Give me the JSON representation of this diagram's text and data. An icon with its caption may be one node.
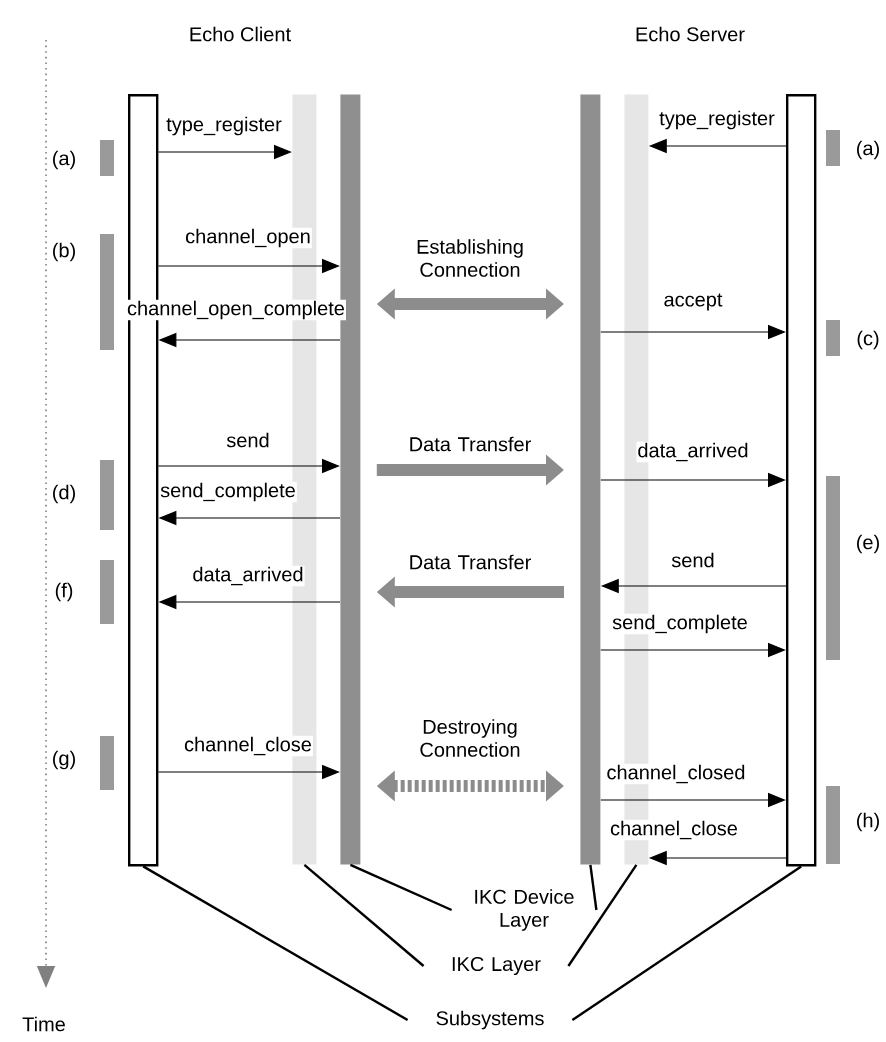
{
  "diagram": {
    "nodes": [
      {
        "text": [],
        "shape": "box"
      },
      {
        "text": [],
        "shape": "bar"
      },
      {
        "text": [],
        "shape": "bar"
      },
      {
        "text": [],
        "shape": "bar"
      },
      {
        "text": [],
        "shape": "bar"
      },
      {
        "text": [],
        "shape": "box"
      },
      {
        "text": [
          "IKC Device Layer"
        ]
      },
      {
        "text": [
          "IKC Layer"
        ]
      },
      {
        "text": [
          "Subsystems"
        ]
      }
    ],
    "edges": [
      {
        "from": 0,
        "to": 1,
        "arrow": "to",
        "label": "type_register"
      },
      {
        "from": 5,
        "to": 4,
        "arrow": "to",
        "label": "type_register"
      },
      {
        "from": 0,
        "to": 2,
        "arrow": "to",
        "label": "channel_open"
      },
      {
        "from": 2,
        "to": 3,
        "arrow": "both",
        "label": "Establishing Connection",
        "style": "thick",
        "color": "#8c8c8c"
      },
      {
        "from": 2,
        "to": 0,
        "arrow": "to",
        "label": "channel_open_complete"
      },
      {
        "from": 3,
        "to": 5,
        "arrow": "to",
        "label": "accept"
      },
      {
        "from": 0,
        "to": 2,
        "arrow": "to",
        "label": "send"
      },
      {
        "from": 2,
        "to": 3,
        "arrow": "to",
        "label": "Data Transfer",
        "style": "thick",
        "color": "#8c8c8c"
      },
      {
        "from": 3,
        "to": 5,
        "arrow": "to",
        "label": "data_arrived"
      },
      {
        "from": 2,
        "to": 0,
        "arrow": "to",
        "label": "send_complete"
      },
      {
        "from": 5,
        "to": 3,
        "arrow": "to",
        "label": "send"
      },
      {
        "from": 3,
        "to": 2,
        "arrow": "to",
        "label": "Data Transfer",
        "style": "thick",
        "color": "#8c8c8c"
      },
      {
        "from": 2,
        "to": 0,
        "arrow": "to",
        "label": "data_arrived"
      },
      {
        "from": 3,
        "to": 5,
        "arrow": "to",
        "label": "send_complete"
      },
      {
        "from": 0,
        "to": 2,
        "arrow": "to",
        "label": "channel_close"
      },
      {
        "from": 2,
        "to": 3,
        "arrow": "both",
        "label": "Destroying Connection",
        "style": "dashed",
        "color": "#8c8c8c"
      },
      {
        "from": 3,
        "to": 5,
        "arrow": "to",
        "label": "channel_closed"
      },
      {
        "from": 5,
        "to": 4,
        "arrow": "to",
        "label": "channel_close"
      },
      {
        "from": 6,
        "to": 2,
        "arrow": "none"
      },
      {
        "from": 6,
        "to": 3,
        "arrow": "none"
      },
      {
        "from": 7,
        "to": 1,
        "arrow": "none"
      },
      {
        "from": 7,
        "to": 4,
        "arrow": "none"
      },
      {
        "from": 8,
        "to": 0,
        "arrow": "none"
      },
      {
        "from": 8,
        "to": 5,
        "arrow": "none"
      }
    ],
    "labels": [
      "Echo Client",
      "Echo Server",
      "(a)",
      "(a)",
      "(b)",
      "(c)",
      "(d)",
      "(e)",
      "(f)",
      "(g)",
      "(h)",
      "Time"
    ]
  }
}
